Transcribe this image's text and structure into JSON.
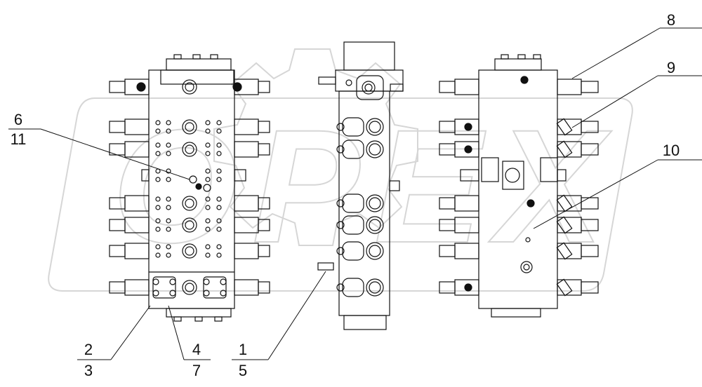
{
  "watermark": {
    "text": "OPEX"
  },
  "callouts": [
    {
      "id": "c1",
      "label": "1"
    },
    {
      "id": "c2",
      "label": "2"
    },
    {
      "id": "c3",
      "label": "3"
    },
    {
      "id": "c4",
      "label": "4"
    },
    {
      "id": "c5",
      "label": "5"
    },
    {
      "id": "c6",
      "label": "6"
    },
    {
      "id": "c7",
      "label": "7"
    },
    {
      "id": "c8",
      "label": "8"
    },
    {
      "id": "c9",
      "label": "9"
    },
    {
      "id": "c10",
      "label": "10"
    },
    {
      "id": "c11",
      "label": "11"
    }
  ],
  "colors": {
    "line": "#111111",
    "watermark": "#d9d9d9"
  }
}
